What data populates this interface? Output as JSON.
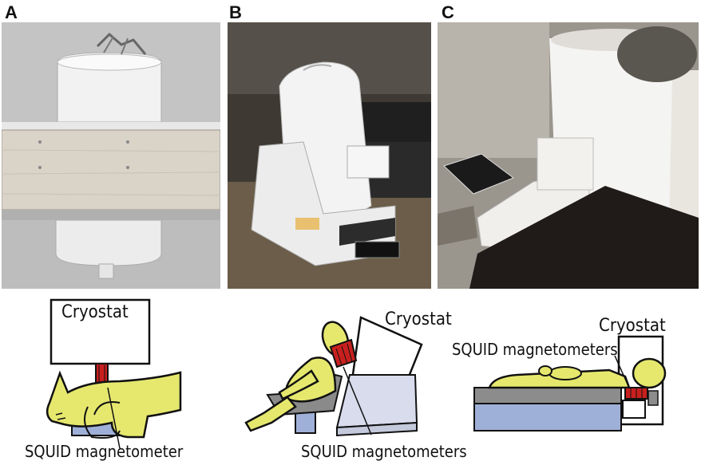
{
  "panels": [
    {
      "letter": "A",
      "cryostat_label": "Cryostat",
      "sensor_label": "SQUID magnetometer"
    },
    {
      "letter": "B",
      "cryostat_label": "Cryostat",
      "sensor_label": "SQUID magnetometers"
    },
    {
      "letter": "C",
      "cryostat_label": "Cryostat",
      "sensor_label": "SQUID magnetometers"
    }
  ],
  "colors": {
    "subject": "#e6e86e",
    "sensor": "#c8201e",
    "bed": "#9fb0d8",
    "chair": "#8a8a8a",
    "platform": "#d8dced",
    "table_top": "#8c8c8c"
  }
}
